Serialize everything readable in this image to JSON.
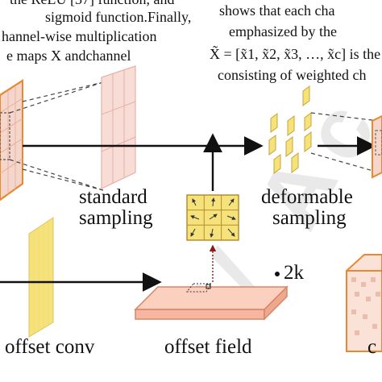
{
  "text_left": [
    "the ReLU [37] function, and",
    "sigmoid function.Finally,",
    "hannel-wise multiplication",
    "e maps X andchannel"
  ],
  "text_right": [
    "shows that each cha",
    "emphasized by the",
    "X̃ = [x̃1, x̃2, x̃3, …, x̃c] is the",
    "consisting of weighted ch"
  ],
  "labels": {
    "standard": "standard",
    "standard_sampling": "sampling",
    "deformable": "deformable",
    "deformable_sampling": "sampling",
    "channels": "2k",
    "offset_conv": "offset conv",
    "offset_field": "offset field",
    "cut_right": "c"
  },
  "watermark": "V A c c",
  "colors": {
    "orange": "#e8892f",
    "grid_fill": "#f3d8d0",
    "yellow": "#f6e27a",
    "yellow_dark": "#c5a43a",
    "salmon": "#f6b6a0"
  }
}
